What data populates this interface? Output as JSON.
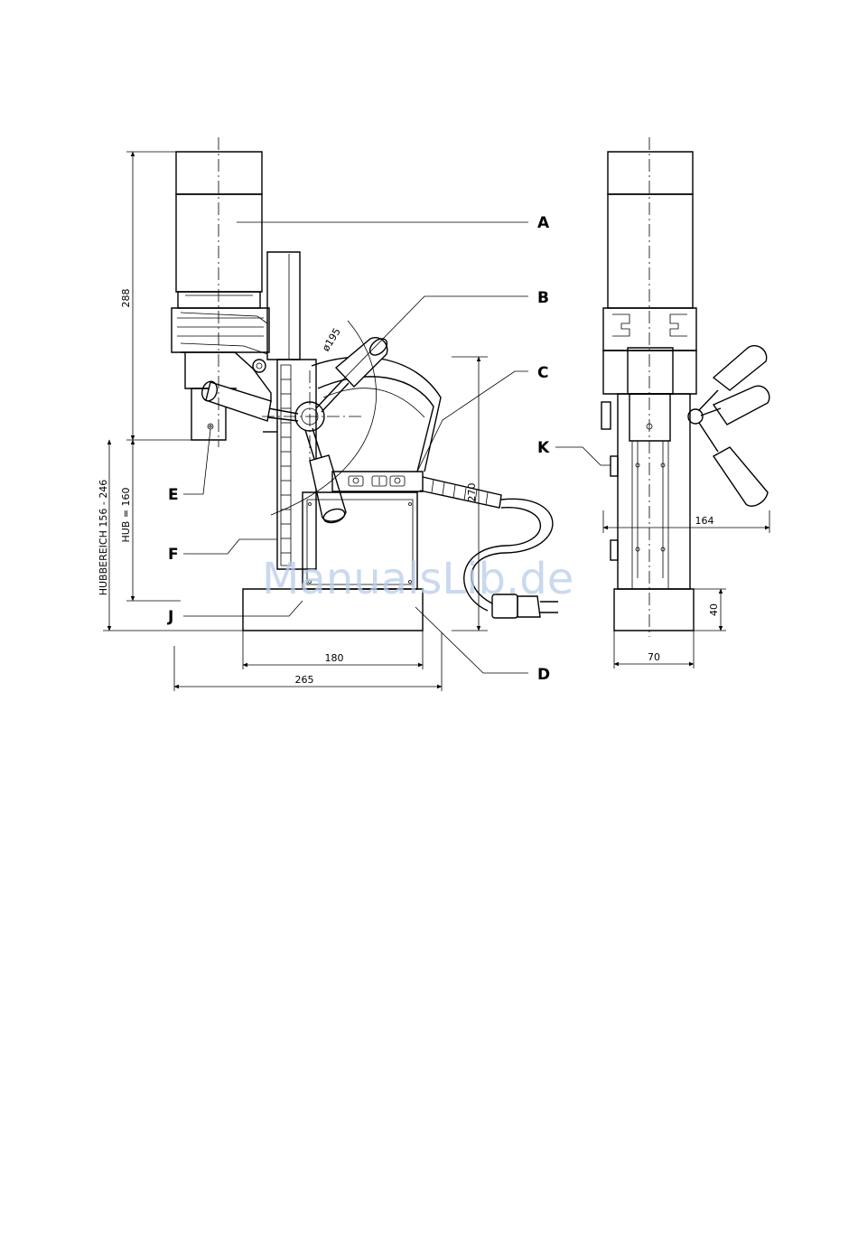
{
  "labels": {
    "a": "A",
    "b": "B",
    "c": "C",
    "d": "D",
    "e": "E",
    "f": "F",
    "j": "J",
    "k": "K"
  },
  "dimensions": {
    "height_total": "288",
    "stroke_range": "HUBBEREICH 156 - 246",
    "stroke": "HUB = 160",
    "column_height": "270",
    "base_width": "180",
    "overall_width": "265",
    "handle_diameter": "ø195",
    "side_width": "164",
    "side_base_width": "70",
    "side_base_height": "40"
  },
  "watermark": "ManualsLib.de"
}
